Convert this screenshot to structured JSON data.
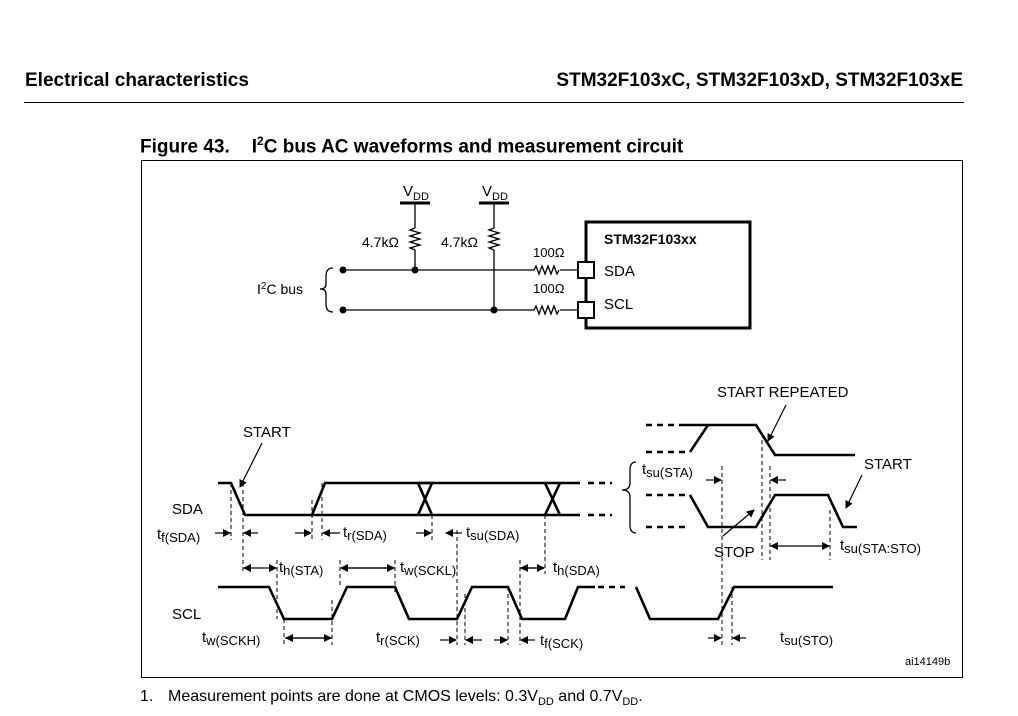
{
  "header": {
    "section": "Electrical characteristics",
    "part_numbers": "STM32F103xC, STM32F103xD, STM32F103xE"
  },
  "figure": {
    "number": "Figure 43.",
    "title_prefix": "I",
    "title_sup": "2",
    "title_rest": "C bus AC waveforms and measurement circuit",
    "id": "ai14149b"
  },
  "circuit": {
    "vdd_main": "V",
    "vdd_sub": "DD",
    "pullup": "4.7kΩ",
    "series": "100Ω",
    "chip": "STM32F103xx",
    "sda": "SDA",
    "scl": "SCL",
    "bus_prefix": "I",
    "bus_sup": "2",
    "bus_rest": "C bus"
  },
  "waveforms": {
    "sda": "SDA",
    "scl": "SCL",
    "start": "START",
    "start_repeated": "START REPEATED",
    "stop": "STOP",
    "t_f_sda": {
      "main": "t",
      "sub": "f(SDA)"
    },
    "t_r_sda": {
      "main": "t",
      "sub": "r(SDA)"
    },
    "t_su_sda": {
      "main": "t",
      "sub": "su(SDA)"
    },
    "t_su_sta": {
      "main": "t",
      "sub": "su(STA)"
    },
    "t_su_sta_sto": {
      "main": "t",
      "sub": "su(STA:STO)"
    },
    "t_h_sta": {
      "main": "t",
      "sub": "h(STA)"
    },
    "t_w_sckl": {
      "main": "t",
      "sub": "w(SCKL)"
    },
    "t_h_sda": {
      "main": "t",
      "sub": "h(SDA)"
    },
    "t_w_sckh": {
      "main": "t",
      "sub": "w(SCKH)"
    },
    "t_r_sck": {
      "main": "t",
      "sub": "r(SCK)"
    },
    "t_f_sck": {
      "main": "t",
      "sub": "f(SCK)"
    },
    "t_su_sto": {
      "main": "t",
      "sub": "su(STO)"
    }
  },
  "note": {
    "number": "1.",
    "text_a": "Measurement points are done at CMOS levels: 0.3V",
    "sub_a": "DD",
    "text_b": " and 0.7V",
    "sub_b": "DD",
    "text_c": "."
  }
}
